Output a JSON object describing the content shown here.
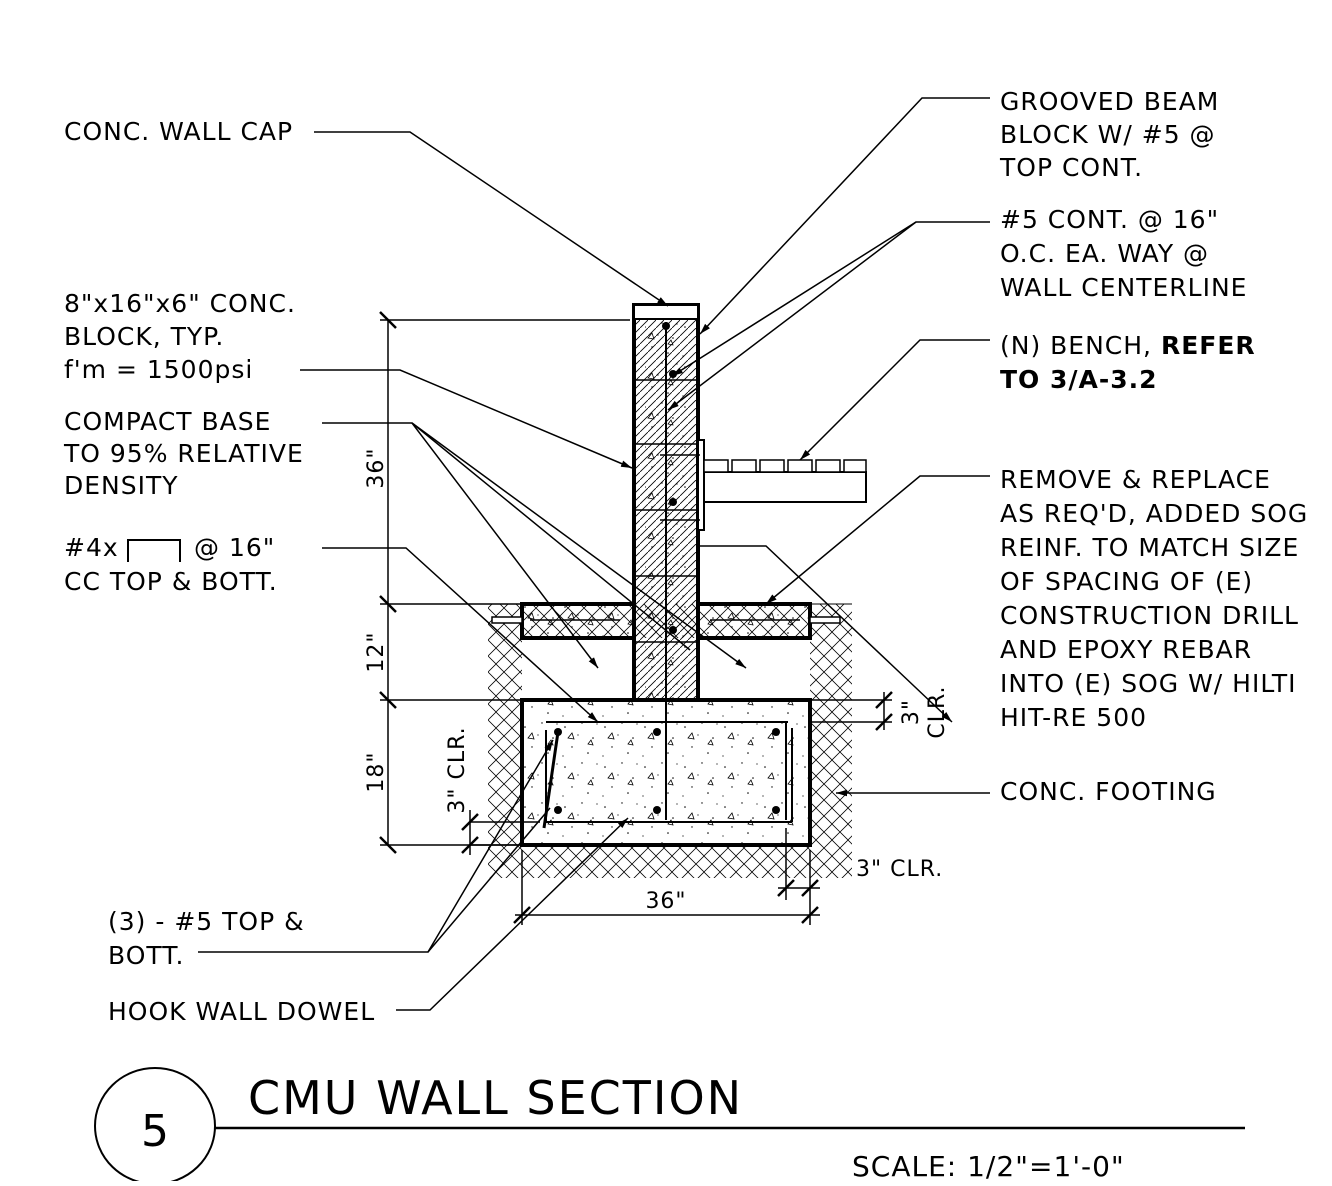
{
  "drawing": {
    "detail_number": "5",
    "title": "CMU WALL SECTION",
    "scale": "SCALE:  1/2\"=1'-0\""
  },
  "left_notes": {
    "wall_cap": "CONC. WALL CAP",
    "block": [
      "8\"x16\"x6\" CONC.",
      "BLOCK, TYP.",
      "f'm  =  1500psi"
    ],
    "compact_base": [
      "COMPACT BASE",
      "TO 95% RELATIVE",
      "DENSITY"
    ],
    "stirrup": [
      "#4x",
      "@ 16\"",
      "CC TOP & BOTT."
    ],
    "bars": [
      "(3) - #5 TOP &",
      "BOTT."
    ],
    "dowel": "HOOK WALL DOWEL"
  },
  "right_notes": {
    "beam_block": [
      "GROOVED BEAM",
      "BLOCK W/ #5 @",
      "TOP CONT."
    ],
    "cont_bars": [
      "#5 CONT. @ 16\"",
      "O.C. EA. WAY @",
      "WALL CENTERLINE"
    ],
    "bench": [
      "(N) BENCH, ",
      "REFER",
      "TO 3/A-3.2"
    ],
    "remove": [
      "REMOVE & REPLACE",
      "AS REQ'D, ADDED SOG",
      "REINF. TO MATCH SIZE",
      "OF SPACING OF (E)",
      "CONSTRUCTION DRILL",
      "AND EPOXY REBAR",
      "INTO (E) SOG W/ HILTI",
      "HIT-RE 500"
    ],
    "footing": "CONC. FOOTING"
  },
  "dimensions": {
    "wall_height": "36\"",
    "slab": "12\"",
    "footing_depth": "18\"",
    "footing_width": "36\"",
    "clr_bottom": "3\" CLR.",
    "clr_side": "3\" CLR.",
    "clr_top": "3\"",
    "clr_top_word": "CLR."
  },
  "colors": {
    "ink": "#000000",
    "paper": "#ffffff"
  }
}
